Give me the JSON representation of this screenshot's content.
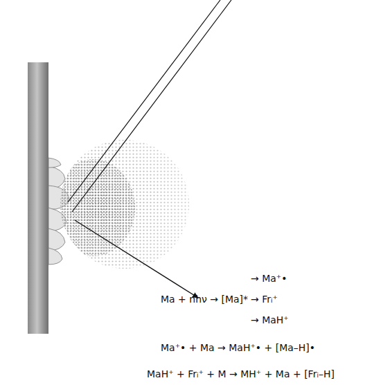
{
  "diagram": {
    "labels": [
      "Ma + nhν → [Ma]*",
      "→ Ma⁺•",
      "→ Frᵢ⁺",
      "→ MaH⁺",
      "Ma⁺• + Ma → MaH⁺• + [Ma–H]•",
      "MaH⁺ + Frᵢ⁺ + M → MH⁺ + Ma + [Frᵢ–H]"
    ]
  }
}
